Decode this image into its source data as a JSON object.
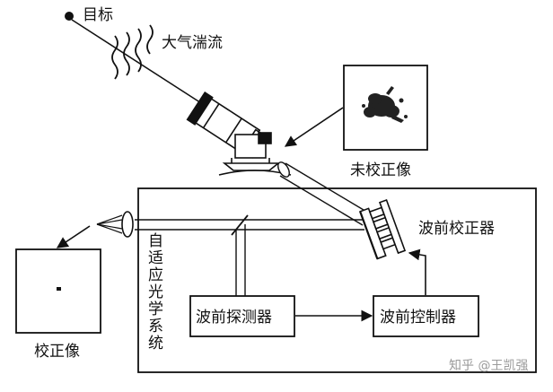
{
  "labels": {
    "target": "目标",
    "turbulence": "大气湍流",
    "uncorrected": "未校正像",
    "corrector": "波前校正器",
    "system": [
      "自",
      "适",
      "应",
      "光",
      "学",
      "系",
      "统"
    ],
    "sensor": "波前探测器",
    "controller": "波前控制器",
    "corrected": "校正像",
    "watermark": "知乎 @王凯强"
  },
  "colors": {
    "ink": "#111111",
    "background": "#ffffff"
  },
  "icons": [
    "target-dot",
    "turbulence-waves",
    "telescope",
    "deformable-mirror",
    "beam-splitter",
    "focusing-lens"
  ]
}
